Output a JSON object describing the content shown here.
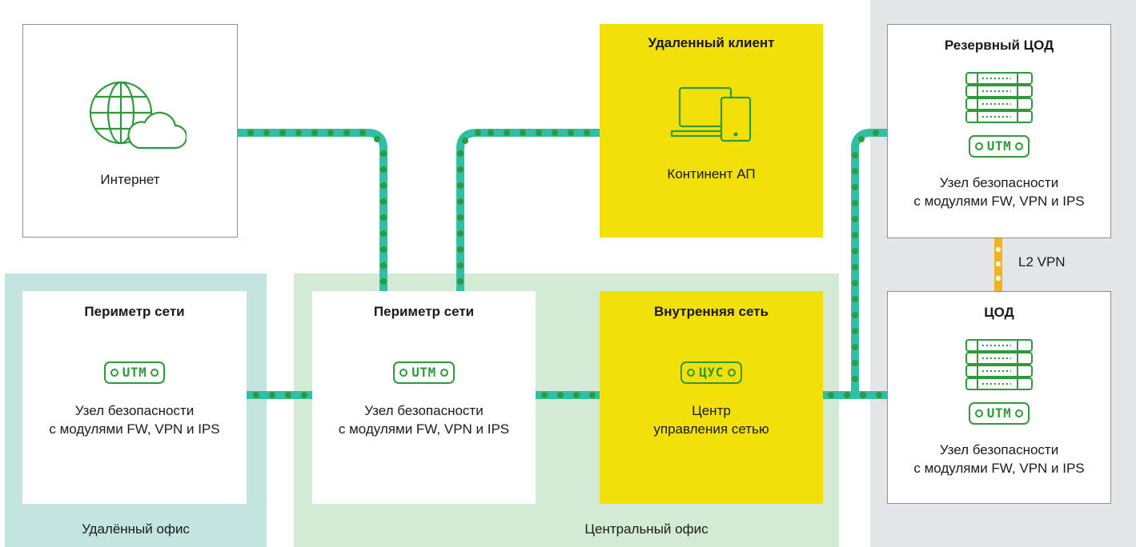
{
  "colors": {
    "teal_link": "#2fbfa4",
    "green_dot": "#2e9a3a",
    "l2_link": "#f2b31e",
    "yellow_box": "#f2e00a",
    "remote_office_bg": "#c4e4df",
    "central_office_bg": "#d3ead4",
    "dc_bg": "#e4e5e9"
  },
  "zones": {
    "remote_office": "Удалённый офис",
    "central_office": "Центральный офис"
  },
  "internet": {
    "label": "Интернет",
    "icon": "globe-cloud-icon"
  },
  "remote_client": {
    "title": "Удаленный клиент",
    "desc": "Континент АП",
    "icon": "laptop-tablet-icon"
  },
  "remote_perimeter": {
    "title": "Периметр сети",
    "badge": "UTM",
    "desc_line1": "Узел безопасности",
    "desc_line2": "с модулями FW, VPN и IPS"
  },
  "central_perimeter": {
    "title": "Периметр сети",
    "badge": "UTM",
    "desc_line1": "Узел безопасности",
    "desc_line2": "с модулями FW, VPN и IPS"
  },
  "internal_network": {
    "title": "Внутренняя сеть",
    "badge": "ЦУС",
    "desc_line1": "Центр",
    "desc_line2": "управления сетью"
  },
  "backup_dc": {
    "title": "Резервный ЦОД",
    "badge": "UTM",
    "icon": "server-rack-icon",
    "desc_line1": "Узел безопасности",
    "desc_line2": "с модулями FW, VPN и IPS"
  },
  "dc": {
    "title": "ЦОД",
    "badge": "UTM",
    "icon": "server-rack-icon",
    "desc_line1": "Узел безопасности",
    "desc_line2": "с модулями FW, VPN и IPS"
  },
  "l2_link_label": "L2 VPN"
}
